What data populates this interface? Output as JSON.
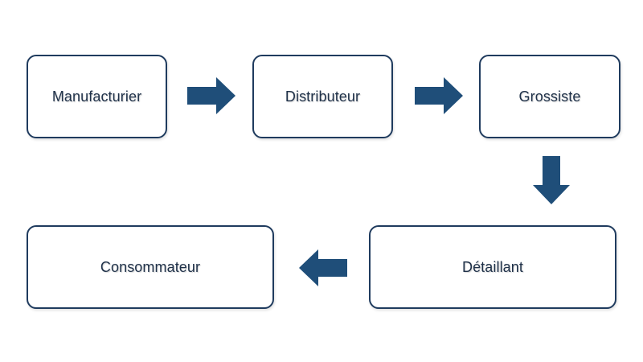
{
  "diagram": {
    "boxes": {
      "manufacturier": "Manufacturier",
      "distributeur": "Distributeur",
      "grossiste": "Grossiste",
      "detaillant": "Détaillant",
      "consommateur": "Consommateur"
    },
    "colors": {
      "box_border": "#1f3b5e",
      "arrow_fill": "#1f4e79",
      "text": "#1f3149"
    },
    "arrows": [
      "arrow-right-icon",
      "arrow-right-icon",
      "arrow-down-icon",
      "arrow-left-icon"
    ]
  }
}
